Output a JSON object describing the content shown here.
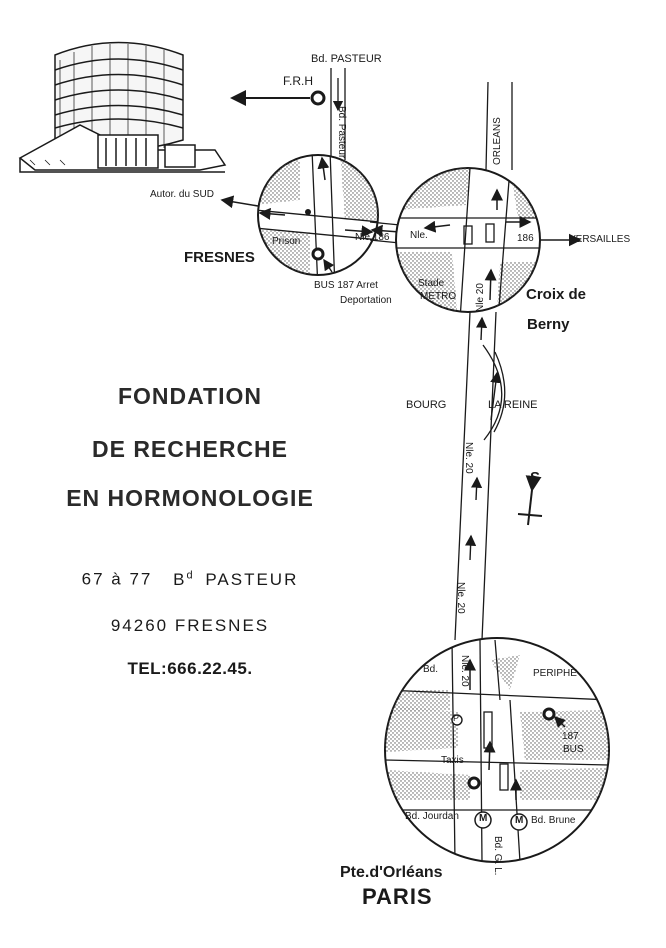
{
  "map": {
    "places": {
      "frh": "F.R.H",
      "bd_pasteur_top": "Bd. PASTEUR",
      "bd_pasteur_road": "Bd. Pasteur",
      "orleans": "ORLEANS",
      "autor_sud": "Autor. du SUD",
      "fresnes": "FRESNES",
      "prison": "Prison",
      "nle186_a": "Nle.186",
      "nle_b": "Nle.",
      "r186": "186",
      "versailles": "VERSAILLES",
      "bus187_arret": "BUS 187 Arret",
      "deportation": "Deportation",
      "stade": "Stade",
      "metro": "METRO",
      "nle20_a": "Nle 20",
      "croix_de": "Croix de",
      "berny": "Berny",
      "bourg": "BOURG",
      "la_reine": "LA REINE",
      "nle20_b": "Nle. 20",
      "nle20_c": "Nle. 20",
      "nle20_d": "Nle. 20",
      "bd": "Bd.",
      "periphe": "PERIPHE",
      "bus_187": "187",
      "bus_label": "BUS",
      "taxis": "Taxis",
      "bd_jourdan": "Bd. Jourdan",
      "bd_brune": "Bd. Brune",
      "bd_gl": "Bd. G. L.",
      "pte_orleans": "Pte.d'Orléans",
      "paris": "PARIS",
      "compass_s": "S",
      "metro_symbol": "M",
      "parking_symbol": "P"
    },
    "heading": {
      "line1": "FONDATION",
      "line2": "DE RECHERCHE",
      "line3": "EN HORMONOLOGIE"
    },
    "address": {
      "street_num": "67 à 77",
      "bd_prefix": "B",
      "bd_suffix": "d",
      "street": "PASTEUR",
      "postal": "94260 FRESNES",
      "tel": "TEL:666.22.45."
    }
  }
}
